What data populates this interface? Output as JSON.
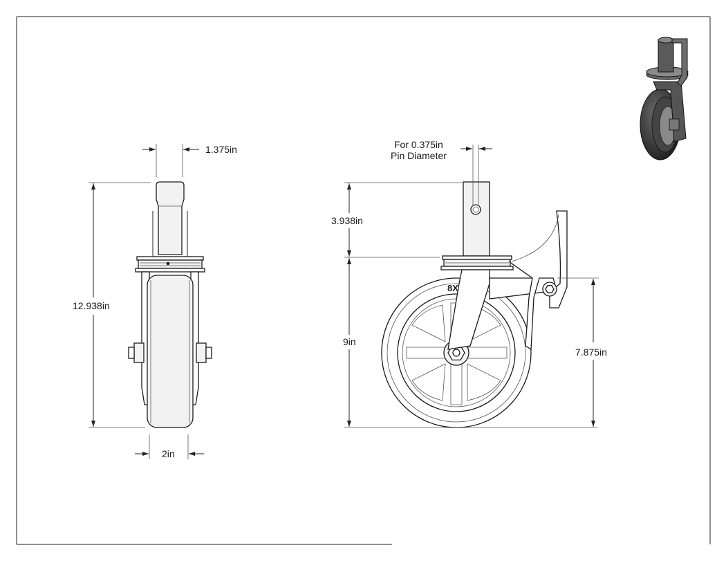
{
  "dimensions": {
    "stem_width": "1.375in",
    "total_height": "12.938in",
    "wheel_width": "2in",
    "pin_note_line1": "For 0.375in",
    "pin_note_line2": "Pin Diameter",
    "stem_height": "3.938in",
    "wheel_height": "9in",
    "axle_height": "7.875in"
  },
  "wheel_marking": "8X"
}
